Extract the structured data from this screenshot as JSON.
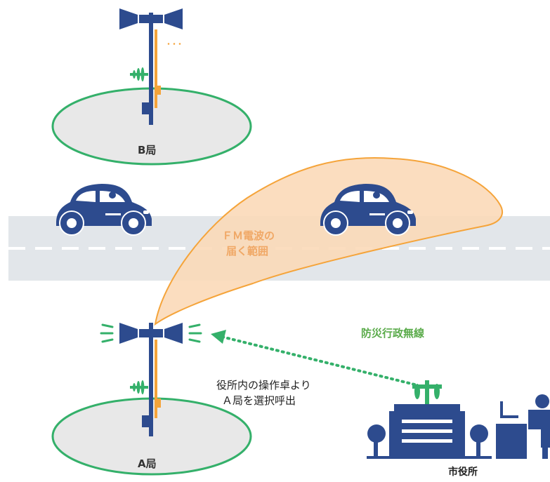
{
  "station_b": {
    "label": "B局",
    "dots": "･･･"
  },
  "station_a": {
    "label": "A局"
  },
  "fm_area": {
    "line1": "ＦＭ電波の",
    "line2": "届く範囲"
  },
  "disaster_radio": {
    "label": "防災行政無線"
  },
  "operation_note": {
    "line1": "役所内の操作卓より",
    "line2": "Ａ局を選択呼出"
  },
  "city_hall": {
    "label": "市役所"
  },
  "colors": {
    "navy": "#2d4b8e",
    "green": "#34b06a",
    "orange": "#f5a43a",
    "coverage_fill": "#fbd9b8",
    "road": "#e2e6ea"
  }
}
